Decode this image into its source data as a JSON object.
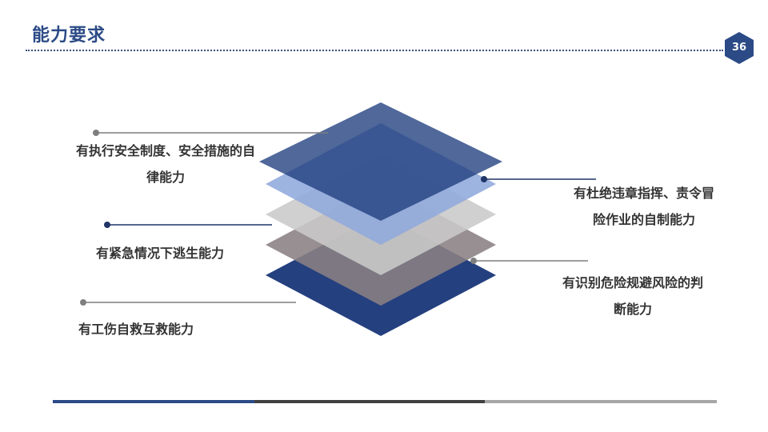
{
  "header": {
    "title": "能力要求",
    "page_number": "36"
  },
  "layers": [
    {
      "name": "top",
      "color": "#1f3d7e"
    },
    {
      "name": "second",
      "color": "#8fa8dc"
    },
    {
      "name": "third",
      "color": "#c9c9c9"
    },
    {
      "name": "fourth",
      "color": "#8a8083"
    },
    {
      "name": "bottom",
      "color": "#24407f"
    }
  ],
  "callouts": {
    "left_1": {
      "line1": "有执行安全制度、安全措施的自",
      "line2": "律能力"
    },
    "left_2": {
      "text": "有紧急情况下逃生能力"
    },
    "left_3": {
      "text": "有工伤自救互救能力"
    },
    "right_1": {
      "line1": "有杜绝违章指挥、责令冒",
      "line2": "险作业的自制能力"
    },
    "right_2": {
      "line1": "有识别危险规避风险的判",
      "line2": "断能力"
    }
  },
  "colors": {
    "primary": "#2b4a86",
    "dark_navy": "#1f3566",
    "gray": "#7f7f7f"
  }
}
